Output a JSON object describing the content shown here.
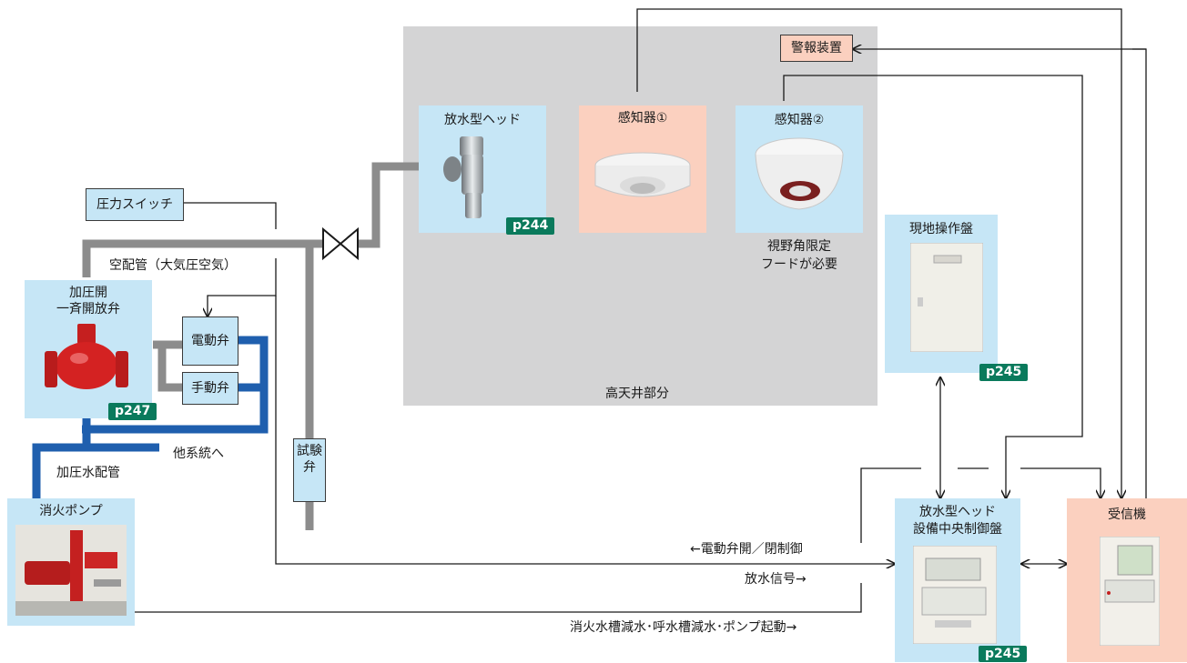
{
  "labels": {
    "alarm_device": "警報装置",
    "discharge_head": "放水型ヘッド",
    "detector1": "感知器①",
    "detector2": "感知器②",
    "detector2_note_line1": "視野角限定",
    "detector2_note_line2": "フードが必要",
    "high_ceiling": "高天井部分",
    "local_panel": "現地操作盤",
    "pressure_switch": "圧力スイッチ",
    "air_pipe": "空配管（大気圧空気）",
    "valve_line1": "加圧開",
    "valve_line2": "一斉開放弁",
    "electric_valve": "電動弁",
    "manual_valve": "手動弁",
    "other_systems": "他系統へ",
    "pressurized_pipe": "加圧水配管",
    "fire_pump": "消火ポンプ",
    "test_valve": "試験弁",
    "central_panel_line1": "放水型ヘッド",
    "central_panel_line2": "設備中央制御盤",
    "receiver": "受信機",
    "signal_valve_control": "←電動弁開／閉制御",
    "signal_discharge": "放水信号→",
    "signal_pump": "消火水槽減水･呼水槽減水･ポンプ起動→"
  },
  "page_refs": {
    "head": "p244",
    "local_panel": "p245",
    "valve": "p247",
    "central_panel": "p245"
  },
  "colors": {
    "light_blue": "#c6e6f6",
    "light_pink": "#fbd0bf",
    "gray_zone": "#d4d4d5",
    "pipe_gray": "#8c8c8c",
    "pipe_blue": "#1f5fae",
    "badge_green": "#0a7a5c"
  }
}
